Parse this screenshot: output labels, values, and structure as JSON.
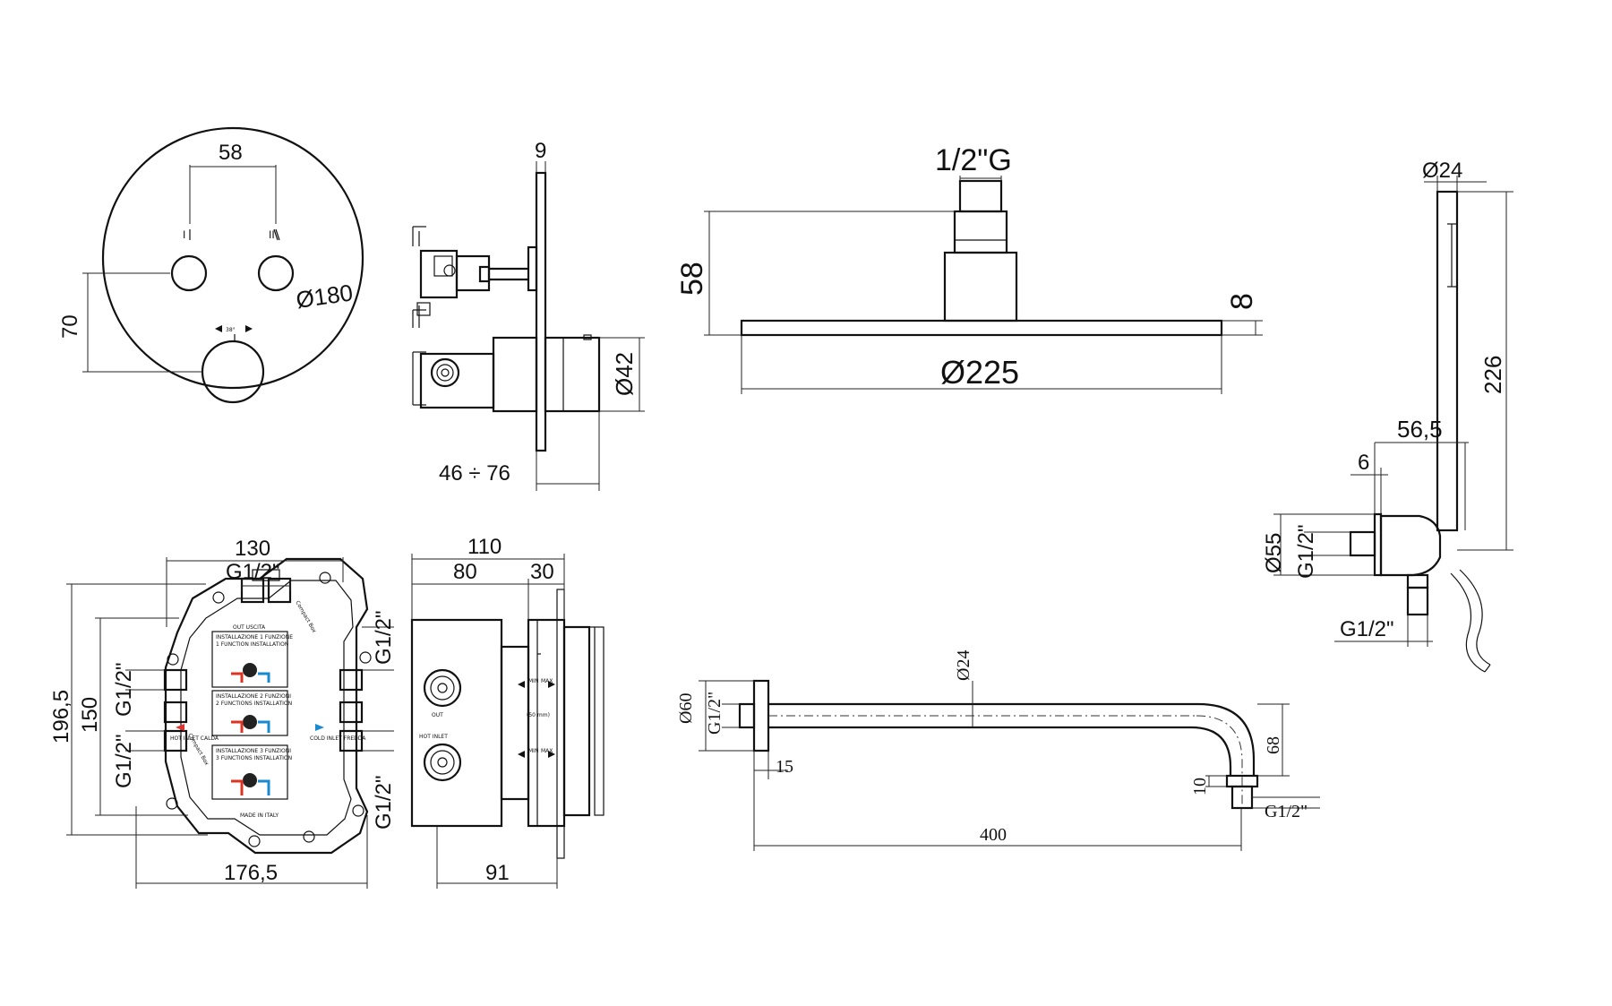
{
  "mixer_front": {
    "dim_width": "58",
    "dim_height": "70",
    "dim_diameter": "Ø180",
    "label_one": "I",
    "label_two": "II",
    "angle_mark": "38°"
  },
  "mixer_side": {
    "dim_top": "9",
    "dim_knob": "Ø42",
    "dim_depth": "46 ÷ 76"
  },
  "shower_head": {
    "dim_thread": "1/2\"G",
    "dim_height": "58",
    "dim_thickness": "8",
    "dim_diameter": "Ø225"
  },
  "hand_shower": {
    "dim_diameter": "Ø24",
    "dim_length": "226",
    "dim_offset": "56,5",
    "dim_plate": "6",
    "dim_base": "Ø55",
    "thread_side": "G1/2\"",
    "thread_bottom": "G1/2\""
  },
  "box_front": {
    "dim_top": "130",
    "thread_top": "G1/2\"",
    "dim_height_outer": "196,5",
    "dim_height_inner": "150",
    "thread_left_upper": "G1/2\"",
    "thread_left_lower": "G1/2\"",
    "thread_right_upper": "G1/2\"",
    "thread_right_lower": "G1/2\"",
    "dim_bottom": "176,5",
    "label_out": "OUT USCITA",
    "label_hot": "HOT INLET CALDA",
    "label_cold": "COLD INLET FREDDA",
    "install1": "INSTALLAZIONE 1 FUNZIONE",
    "install1_en": "1 FUNCTION INSTALLATION",
    "install2": "INSTALLAZIONE 2 FUNZIONI",
    "install2_en": "2 FUNCTIONS INSTALLATION",
    "install3": "INSTALLAZIONE 3 FUNZIONI",
    "install3_en": "3 FUNCTIONS INSTALLATION",
    "made_in": "MADE IN ITALY",
    "brand": "Compact Box"
  },
  "box_side": {
    "dim_total": "110",
    "dim_a": "80",
    "dim_b": "30",
    "dim_bottom": "91",
    "label_out": "OUT",
    "label_inlet": "HOT INLET",
    "label_min": "MIN",
    "label_max": "MAX",
    "label_mm": "(50 mm)"
  },
  "arm": {
    "dim_pipe": "Ø24",
    "dim_flange": "Ø60",
    "thread_wall": "G1/2\"",
    "dim_flange_depth": "15",
    "dim_drop": "68",
    "dim_tip": "10",
    "thread_tip": "G1/2\"",
    "dim_length": "400"
  }
}
